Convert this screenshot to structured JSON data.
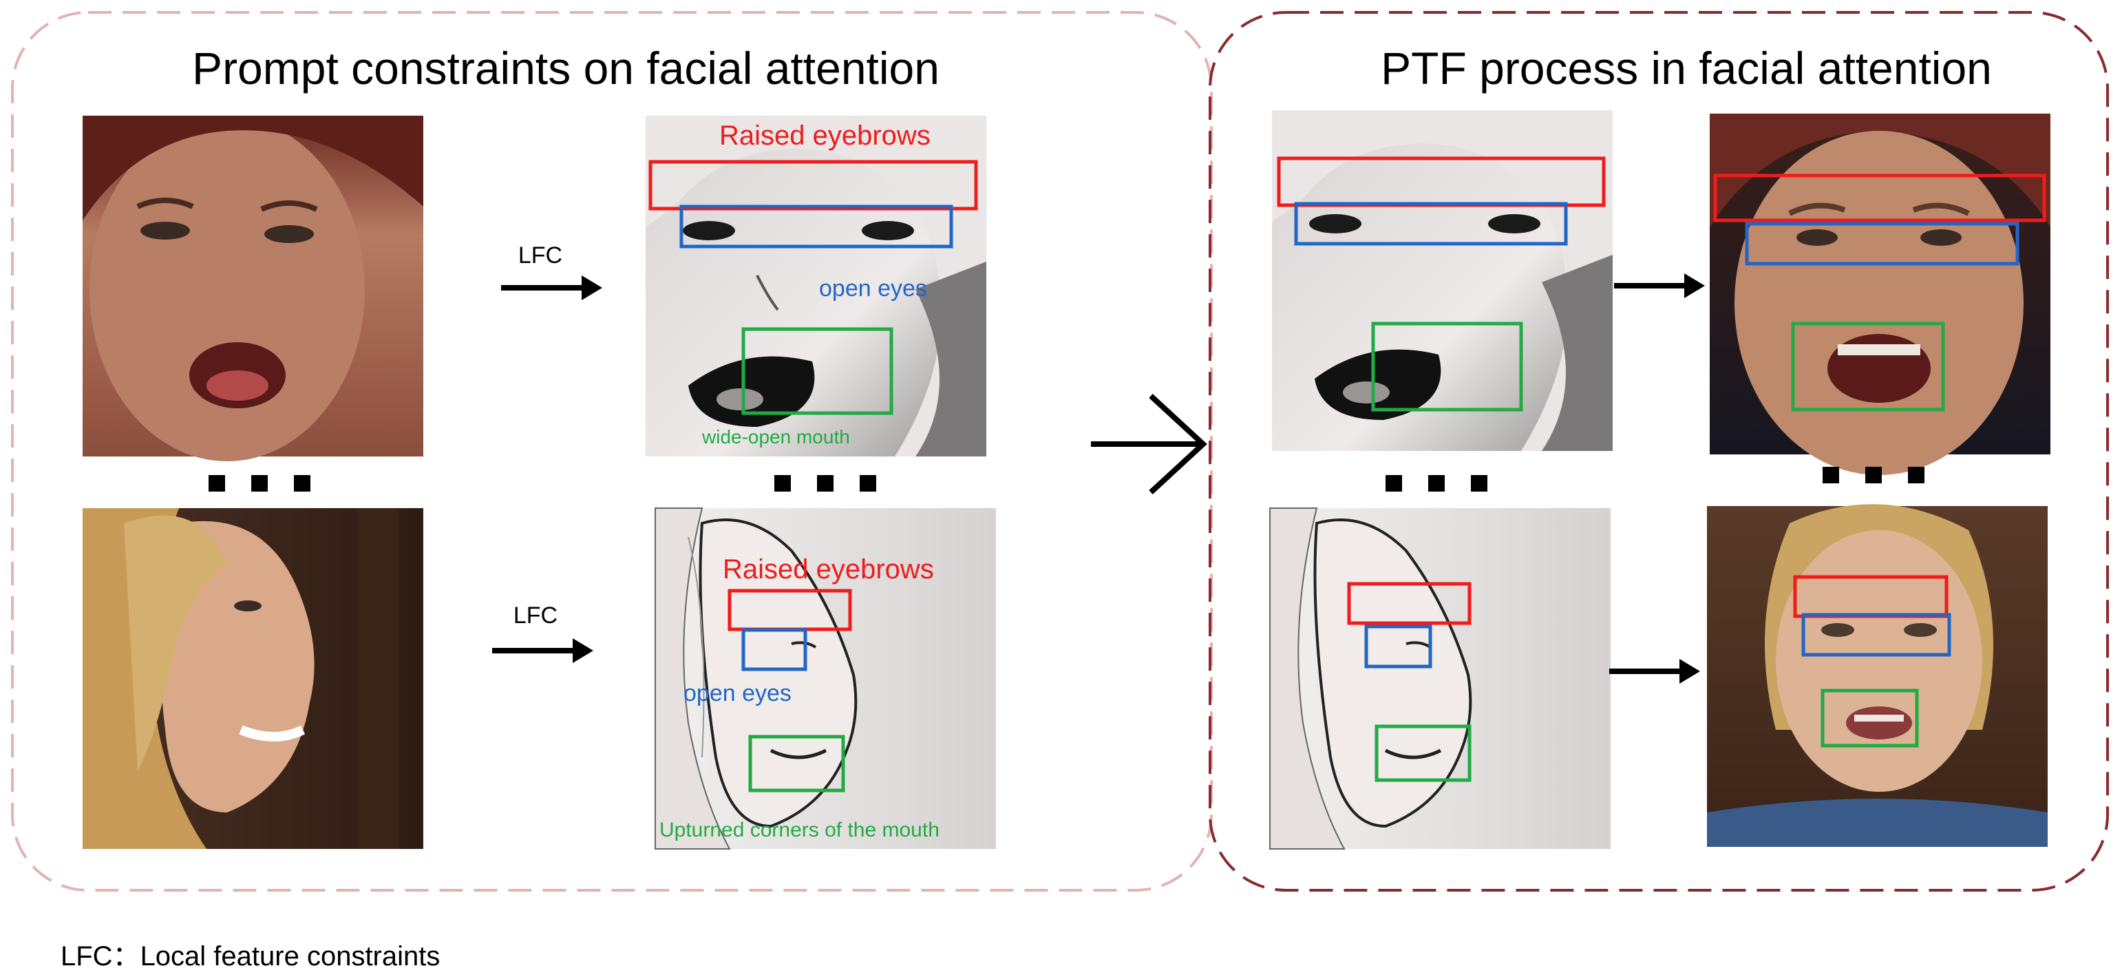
{
  "left_panel": {
    "title": "Prompt constraints on facial attention",
    "row1": {
      "arrow_label": "LFC",
      "eyebrows_label": "Raised eyebrows",
      "eyes_label": "open eyes",
      "mouth_label": "wide-open mouth"
    },
    "row2": {
      "arrow_label": "LFC",
      "eyebrows_label": "Raised eyebrows",
      "eyes_label": "open eyes",
      "mouth_label": "Upturned corners of the mouth"
    }
  },
  "right_panel": {
    "title": "PTF process in facial attention"
  },
  "footnote": "LFC：Local feature constraints",
  "colors": {
    "left_border": "#e3b2b2",
    "right_border": "#8b2a2a",
    "eyebrows_box": "#ee1c1c",
    "eyes_box": "#2266c4",
    "mouth_box": "#22aa44",
    "eyebrows_text": "#ee1c1c",
    "eyes_text": "#2266c4",
    "mouth_text": "#22aa44"
  }
}
